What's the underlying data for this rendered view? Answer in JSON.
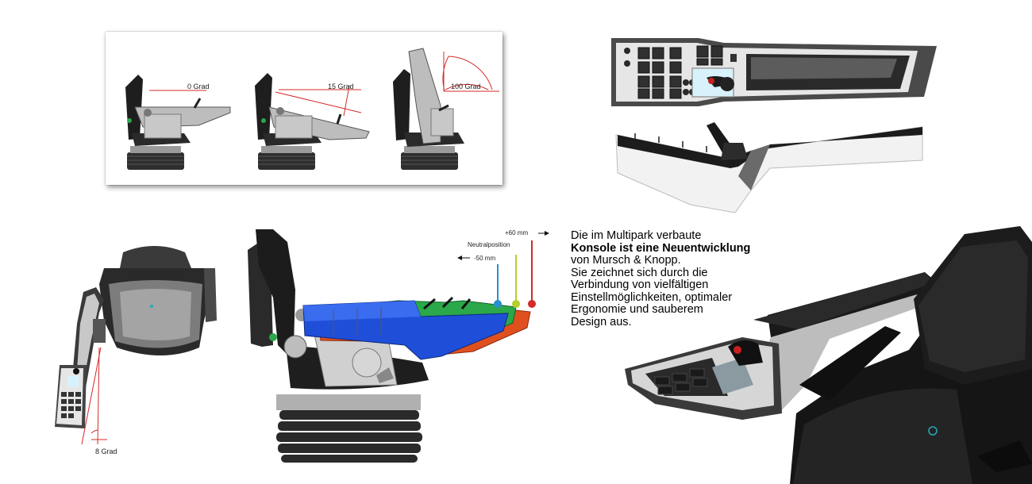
{
  "angles": {
    "a0": "0 Grad",
    "a15": "15 Grad",
    "a100": "100 Grad",
    "a8": "8 Grad"
  },
  "positions": {
    "plus60": "+60 mm",
    "neutral": "Neutralposition",
    "minus50": "-50 mm"
  },
  "description": {
    "line1": "Die im Multipark verbaute",
    "bold": "Konsole ist eine Neuentwicklung",
    "line3": "von Mursch & Knopp.",
    "line4": "Sie zeichnet sich durch die",
    "line5": "Verbindung von vielfältigen",
    "line6": "Einstellmöglichkeiten, optimaler",
    "line7": "Ergonomie und sauberem",
    "line8": "Design aus."
  },
  "colors": {
    "minus50": "#2a8fd0",
    "neutral": "#b7cf2a",
    "plus60": "#d42a2a",
    "console_blue": "#1f4fd8",
    "console_green": "#2aa84a",
    "console_red": "#e0501e"
  }
}
